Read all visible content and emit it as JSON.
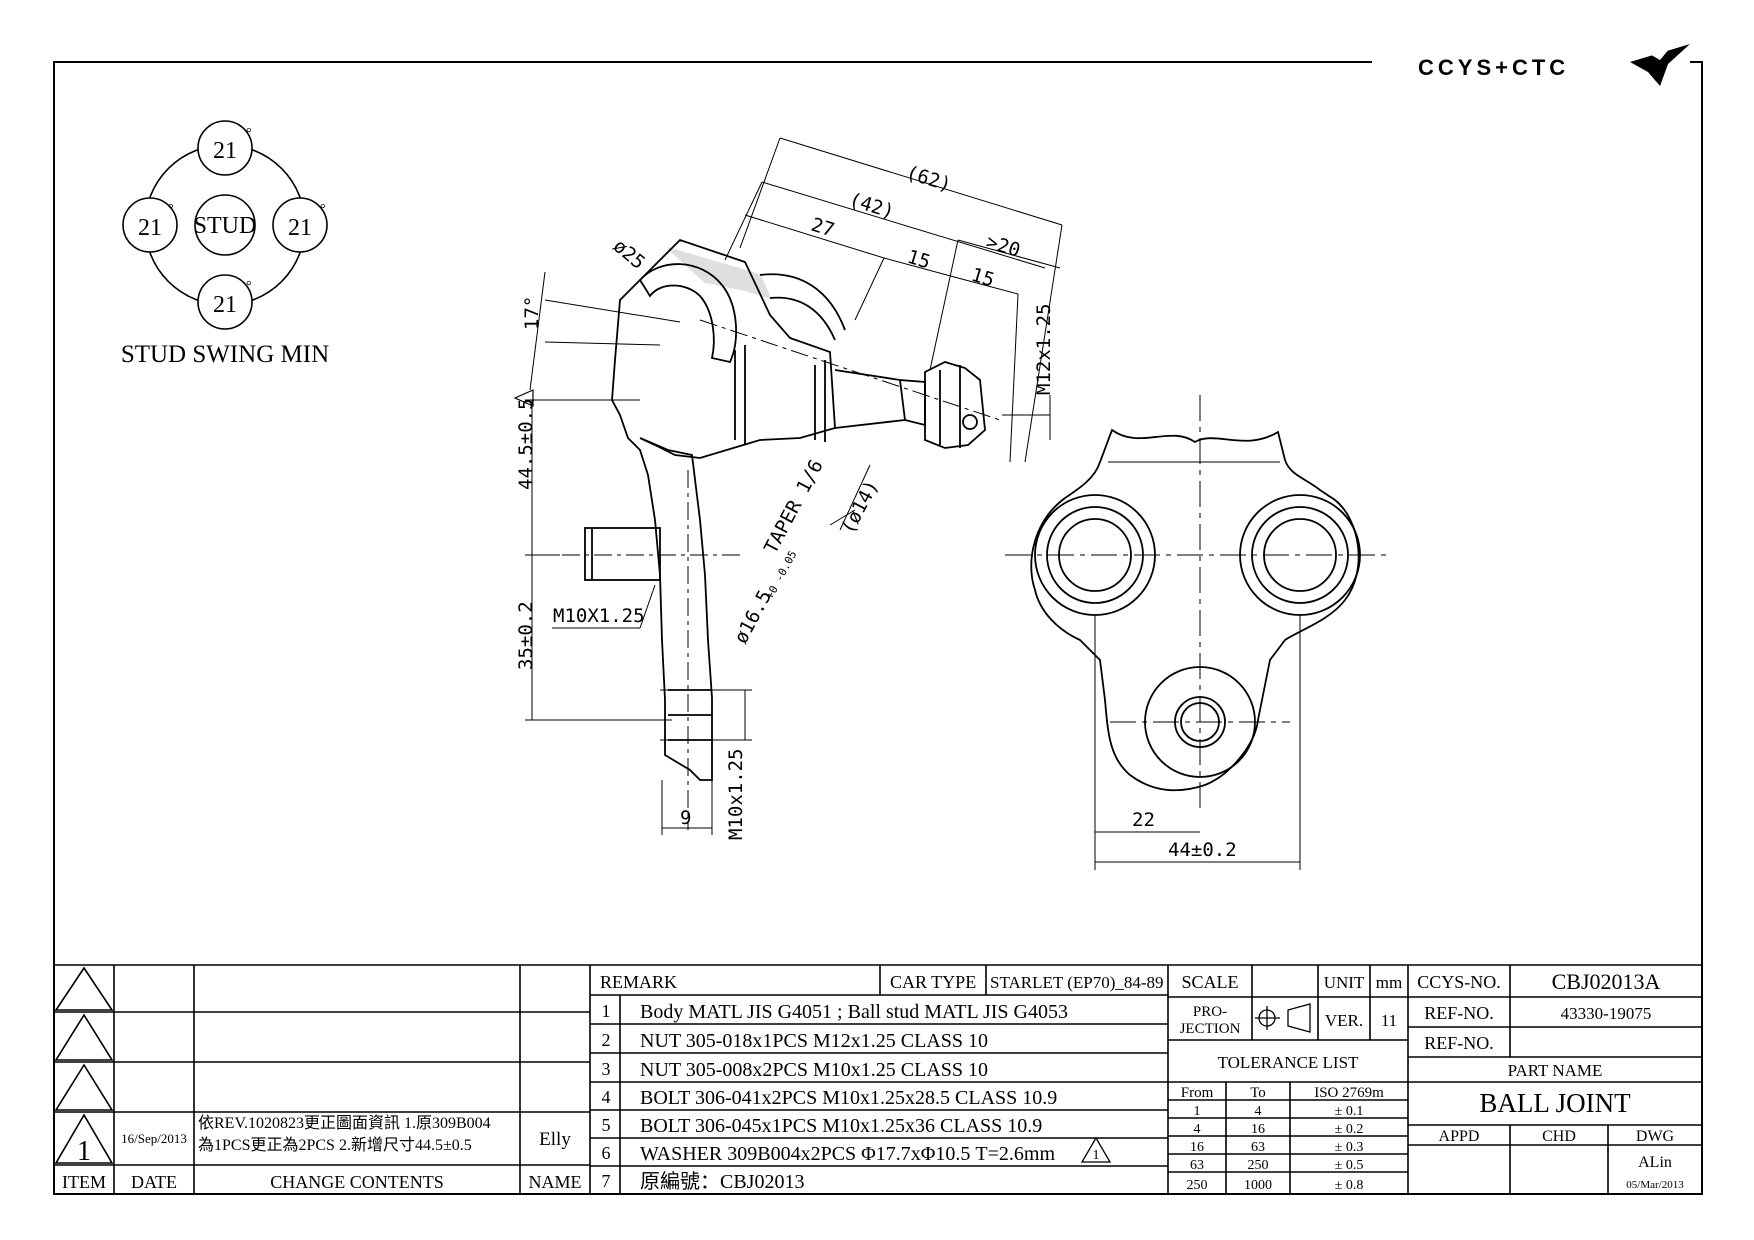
{
  "brand": {
    "logo_text": "CCYS+CTC",
    "logo_icon": "winged-emblem-icon"
  },
  "swing": {
    "center": "STUD",
    "angles": [
      "21",
      "21",
      "21",
      "21"
    ],
    "degree_mark": "°",
    "caption": "STUD SWING MIN"
  },
  "dimensions": {
    "d62": "(62)",
    "d42": "(42)",
    "d27": "27",
    "d15a": "15",
    "d20": ">20",
    "d15b": "15",
    "dia25": "ø25",
    "angle17": "17°",
    "m12": "M12x1.25",
    "h44": "44.5±0.5",
    "taper": "TAPER 1/6",
    "dia14": "(ø14)",
    "dia16": "ø16.5",
    "dia16_tol": "+0 -0.05",
    "m10a": "M10X1.25",
    "h35": "35±0.2",
    "m10b": "M10x1.25",
    "d9": "9",
    "d22": "22",
    "d44": "44±0.2"
  },
  "revisions": {
    "rows": [
      {
        "mark": "",
        "date": "",
        "content": "",
        "name": ""
      },
      {
        "mark": "",
        "date": "",
        "content": "",
        "name": ""
      },
      {
        "mark": "",
        "date": "",
        "content": "",
        "name": ""
      },
      {
        "mark": "1",
        "date": "16/Sep/2013",
        "content_line1": "依REV.1020823更正圖面資訊 1.原309B004",
        "content_line2": "為1PCS更正為2PCS 2.新增尺寸44.5±0.5",
        "name": "Elly"
      }
    ],
    "headers": {
      "item": "ITEM",
      "date": "DATE",
      "content": "CHANGE CONTENTS",
      "name": "NAME"
    }
  },
  "remarks": {
    "title": "REMARK",
    "car_type_label": "CAR TYPE",
    "car_type_value": "STARLET (EP70)_84-89",
    "items": [
      {
        "no": "1",
        "text": "Body MATL JIS G4051 ; Ball stud MATL JIS G4053"
      },
      {
        "no": "2",
        "text": "NUT 305-018x1PCS M12x1.25 CLASS 10"
      },
      {
        "no": "3",
        "text": "NUT 305-008x2PCS M10x1.25 CLASS 10"
      },
      {
        "no": "4",
        "text": "BOLT 306-041x2PCS M10x1.25x28.5 CLASS 10.9"
      },
      {
        "no": "5",
        "text": "BOLT 306-045x1PCS M10x1.25x36 CLASS 10.9"
      },
      {
        "no": "6",
        "text": "WASHER 309B004x2PCS  Φ17.7xΦ10.5 T=2.6mm",
        "rev_mark": "1"
      },
      {
        "no": "7",
        "text": "原編號：CBJ02013"
      }
    ]
  },
  "specs": {
    "scale_label": "SCALE",
    "unit_label": "UNIT",
    "unit_value": "mm",
    "projection_label_1": "PRO-",
    "projection_label_2": "JECTION",
    "ver_label": "VER.",
    "ver_value": "11",
    "tolerance_title": "TOLERANCE LIST",
    "tol_headers": {
      "from": "From",
      "to": "To",
      "std": "ISO 2769m"
    },
    "tolerances": [
      {
        "from": "1",
        "to": "4",
        "tol": "± 0.1"
      },
      {
        "from": "4",
        "to": "16",
        "tol": "± 0.2"
      },
      {
        "from": "16",
        "to": "63",
        "tol": "± 0.3"
      },
      {
        "from": "63",
        "to": "250",
        "tol": "± 0.5"
      },
      {
        "from": "250",
        "to": "1000",
        "tol": "± 0.8"
      }
    ]
  },
  "title_block": {
    "ccys_label": "CCYS-NO.",
    "ccys_value": "CBJ02013A",
    "ref_label": "REF-NO.",
    "ref_value": "43330-19075",
    "ref2_label": "REF-NO.",
    "ref2_value": "",
    "part_name_label": "PART NAME",
    "part_name": "BALL JOINT",
    "appd": "APPD",
    "chd": "CHD",
    "dwg": "DWG",
    "drawer": "ALin",
    "date": "05/Mar/2013"
  }
}
